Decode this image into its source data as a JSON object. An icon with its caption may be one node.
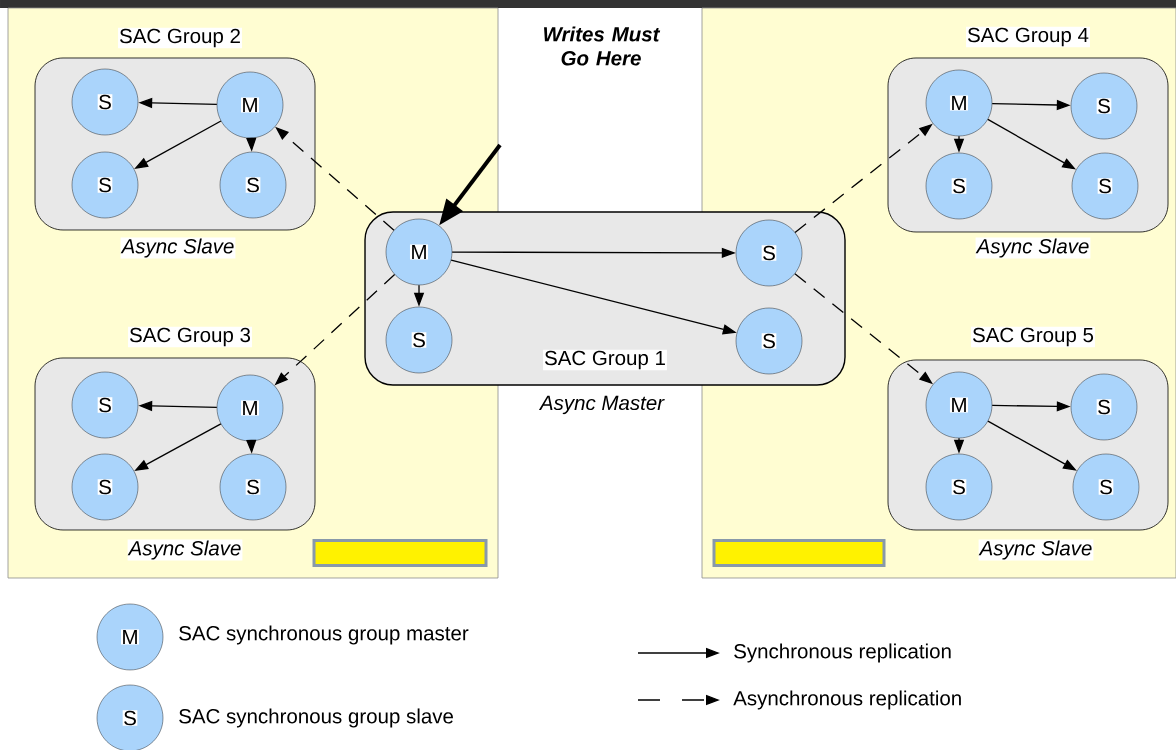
{
  "diagram": {
    "nodes": [
      {
        "text": [
          "SAC Group 1"
        ],
        "beside": [
          "Async Master"
        ]
      },
      {
        "text": [
          "M"
        ],
        "in": 0
      },
      {
        "text": [
          "S"
        ],
        "in": 0
      },
      {
        "text": [
          "S"
        ],
        "in": 0
      },
      {
        "text": [
          "S"
        ],
        "in": 0
      },
      {
        "text": [
          "SAC Group 2"
        ],
        "beside": [
          "Async Slave"
        ]
      },
      {
        "text": [
          "S"
        ],
        "in": 5
      },
      {
        "text": [
          "M"
        ],
        "in": 5
      },
      {
        "text": [
          "S"
        ],
        "in": 5
      },
      {
        "text": [
          "S"
        ],
        "in": 5
      },
      {
        "text": [
          "SAC Group 3"
        ],
        "beside": [
          "Async Slave"
        ]
      },
      {
        "text": [
          "S"
        ],
        "in": 10
      },
      {
        "text": [
          "M"
        ],
        "in": 10
      },
      {
        "text": [
          "S"
        ],
        "in": 10
      },
      {
        "text": [
          "S"
        ],
        "in": 10
      },
      {
        "text": [
          "SAC Group 4"
        ],
        "beside": [
          "Async Slave"
        ]
      },
      {
        "text": [
          "M"
        ],
        "in": 15
      },
      {
        "text": [
          "S"
        ],
        "in": 15
      },
      {
        "text": [
          "S"
        ],
        "in": 15
      },
      {
        "text": [
          "S"
        ],
        "in": 15
      },
      {
        "text": [
          "SAC Group 5"
        ],
        "beside": [
          "Async Slave"
        ]
      },
      {
        "text": [
          "M"
        ],
        "in": 20
      },
      {
        "text": [
          "S"
        ],
        "in": 20
      },
      {
        "text": [
          "S"
        ],
        "in": 20
      },
      {
        "text": [
          "S"
        ],
        "in": 20
      },
      {
        "text": [],
        "shape": "bar"
      },
      {
        "text": [],
        "shape": "bar"
      }
    ],
    "edges": [
      {
        "from": null,
        "to": 1,
        "arrow": "to",
        "style": "thick"
      },
      {
        "from": 1,
        "to": 2,
        "arrow": "to"
      },
      {
        "from": 1,
        "to": 3,
        "arrow": "to"
      },
      {
        "from": 1,
        "to": 4,
        "arrow": "to"
      },
      {
        "from": 1,
        "to": 7,
        "arrow": "to",
        "style": "dashed"
      },
      {
        "from": 1,
        "to": 12,
        "arrow": "to",
        "style": "dashed"
      },
      {
        "from": 3,
        "to": 16,
        "arrow": "to",
        "style": "dashed"
      },
      {
        "from": 3,
        "to": 21,
        "arrow": "to",
        "style": "dashed"
      },
      {
        "from": 7,
        "to": 6,
        "arrow": "to"
      },
      {
        "from": 7,
        "to": 8,
        "arrow": "to"
      },
      {
        "from": 7,
        "to": 9,
        "arrow": "to"
      },
      {
        "from": 12,
        "to": 11,
        "arrow": "to"
      },
      {
        "from": 12,
        "to": 13,
        "arrow": "to"
      },
      {
        "from": 12,
        "to": 14,
        "arrow": "to"
      },
      {
        "from": 16,
        "to": 17,
        "arrow": "to"
      },
      {
        "from": 16,
        "to": 18,
        "arrow": "to"
      },
      {
        "from": 16,
        "to": 19,
        "arrow": "to"
      },
      {
        "from": 21,
        "to": 22,
        "arrow": "to"
      },
      {
        "from": 21,
        "to": 23,
        "arrow": "to"
      },
      {
        "from": 21,
        "to": 24,
        "arrow": "to"
      }
    ],
    "labels": [
      "Writes Must Go Here",
      "M",
      "S"
    ],
    "legend": [
      {
        "text": "SAC synchronous group master"
      },
      {
        "text": "SAC synchronous group slave"
      },
      {
        "text": "Synchronous replication"
      },
      {
        "text": "Asynchronous replication"
      }
    ]
  }
}
